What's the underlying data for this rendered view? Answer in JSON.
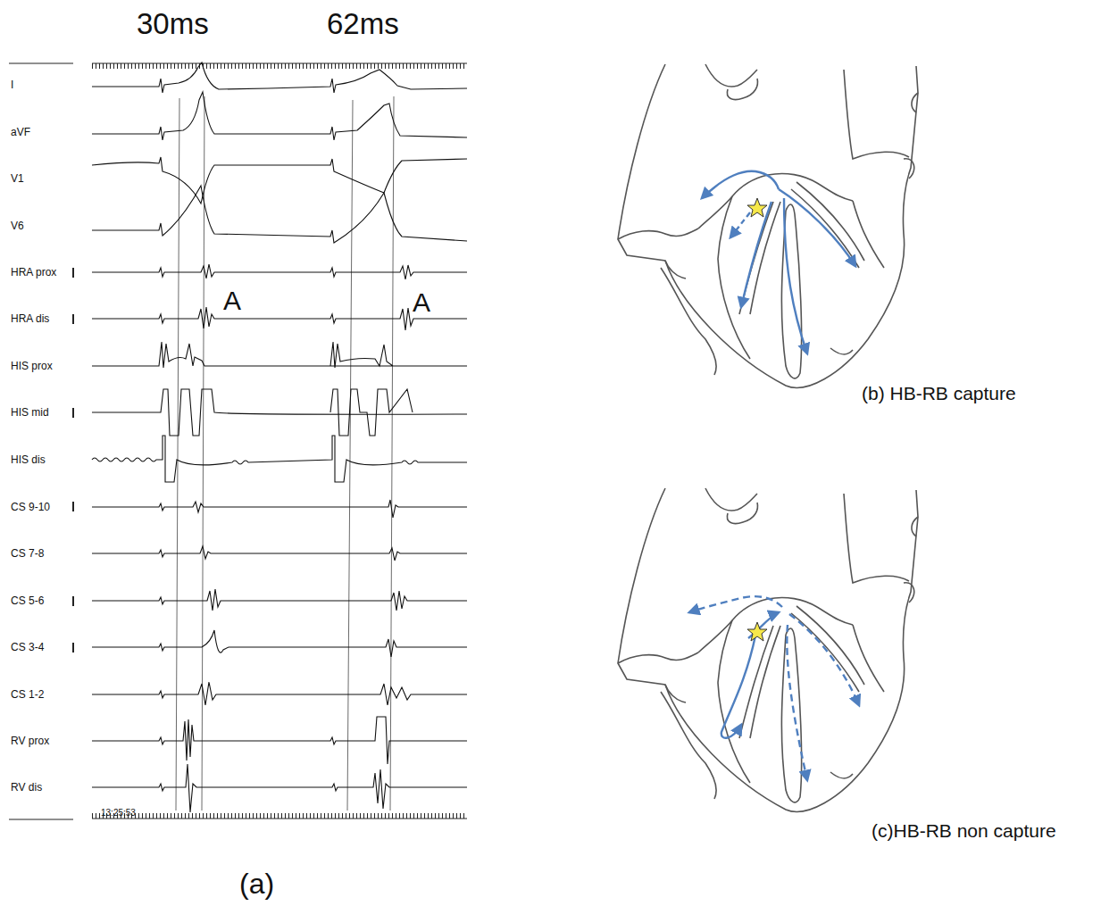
{
  "diagram": {
    "labels": [
      "30ms",
      "62ms",
      "I",
      "aVF",
      "V1",
      "V6",
      "HRA prox",
      "HRA dis",
      "HIS prox",
      "HIS mid",
      "HIS dis",
      "CS 9-10",
      "CS 7-8",
      "CS 5-6",
      "CS 3-4",
      "CS 1-2",
      "RV prox",
      "RV dis",
      "A",
      "A",
      "13:25:53",
      "(a)",
      "(b) HB-RB capture",
      "(c)HB-RB non capture"
    ]
  }
}
